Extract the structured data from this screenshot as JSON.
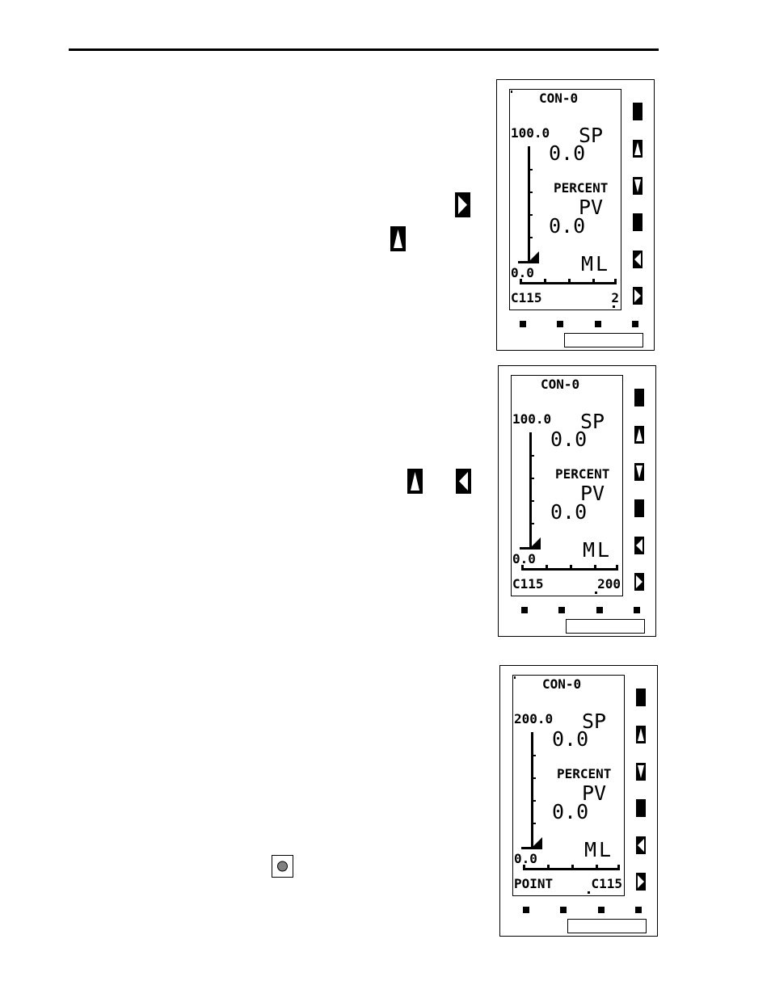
{
  "devices": [
    {
      "title": "CON-0",
      "scale_top": "100.0",
      "sp_label": "SP",
      "sp_value": "0.0",
      "unit": "PERCENT",
      "pv_label": "PV",
      "pv_value": "0.0",
      "mode": "ML",
      "scale_bottom": "0.0",
      "footer_left": "C115",
      "footer_right": "2"
    },
    {
      "title": "CON-0",
      "scale_top": "100.0",
      "sp_label": "SP",
      "sp_value": "0.0",
      "unit": "PERCENT",
      "pv_label": "PV",
      "pv_value": "0.0",
      "mode": "ML",
      "scale_bottom": "0.0",
      "footer_left": "C115",
      "footer_right": "200"
    },
    {
      "title": "CON-0",
      "scale_top": "200.0",
      "sp_label": "SP",
      "sp_value": "0.0",
      "unit": "PERCENT",
      "pv_label": "PV",
      "pv_value": "0.0",
      "mode": "ML",
      "scale_bottom": "0.0",
      "footer_left": "POINT",
      "footer_right": "C115"
    }
  ],
  "side_keys": [
    "blank-key-icon",
    "up-arrow-icon",
    "down-arrow-icon",
    "blank-key-icon",
    "left-arrow-icon",
    "right-arrow-icon"
  ],
  "inline_icons": [
    "right-arrow-key-icon",
    "up-arrow-key-icon",
    "up-arrow-key-icon",
    "left-arrow-key-icon",
    "enter-button-icon"
  ],
  "colors": {
    "ink": "#000000",
    "button_fill": "#808080"
  }
}
